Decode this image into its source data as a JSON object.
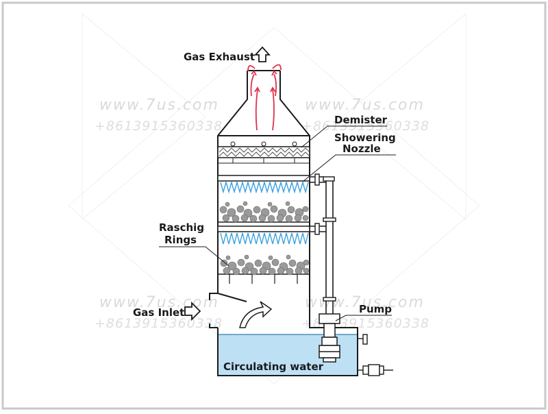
{
  "labels": {
    "gas_exhaust": "Gas Exhaust",
    "demister": "Demister",
    "showering_line1": "Showering",
    "showering_line2": "Nozzle",
    "raschig_line1": "Raschig",
    "raschig_line2": "Rings",
    "gas_inlet": "Gas Inlet",
    "pump": "Pump",
    "circulating_water": "Circulating water"
  },
  "watermark": {
    "site": "www.7us.com",
    "phone": "+8613915360338"
  },
  "colors": {
    "frame": "#c8c8c8",
    "outline": "#1a1a1a",
    "water": "#bde0f5",
    "spray": "#3aa0e0",
    "gas_arrow": "#e0304a",
    "packing": "#9a9a9a"
  }
}
